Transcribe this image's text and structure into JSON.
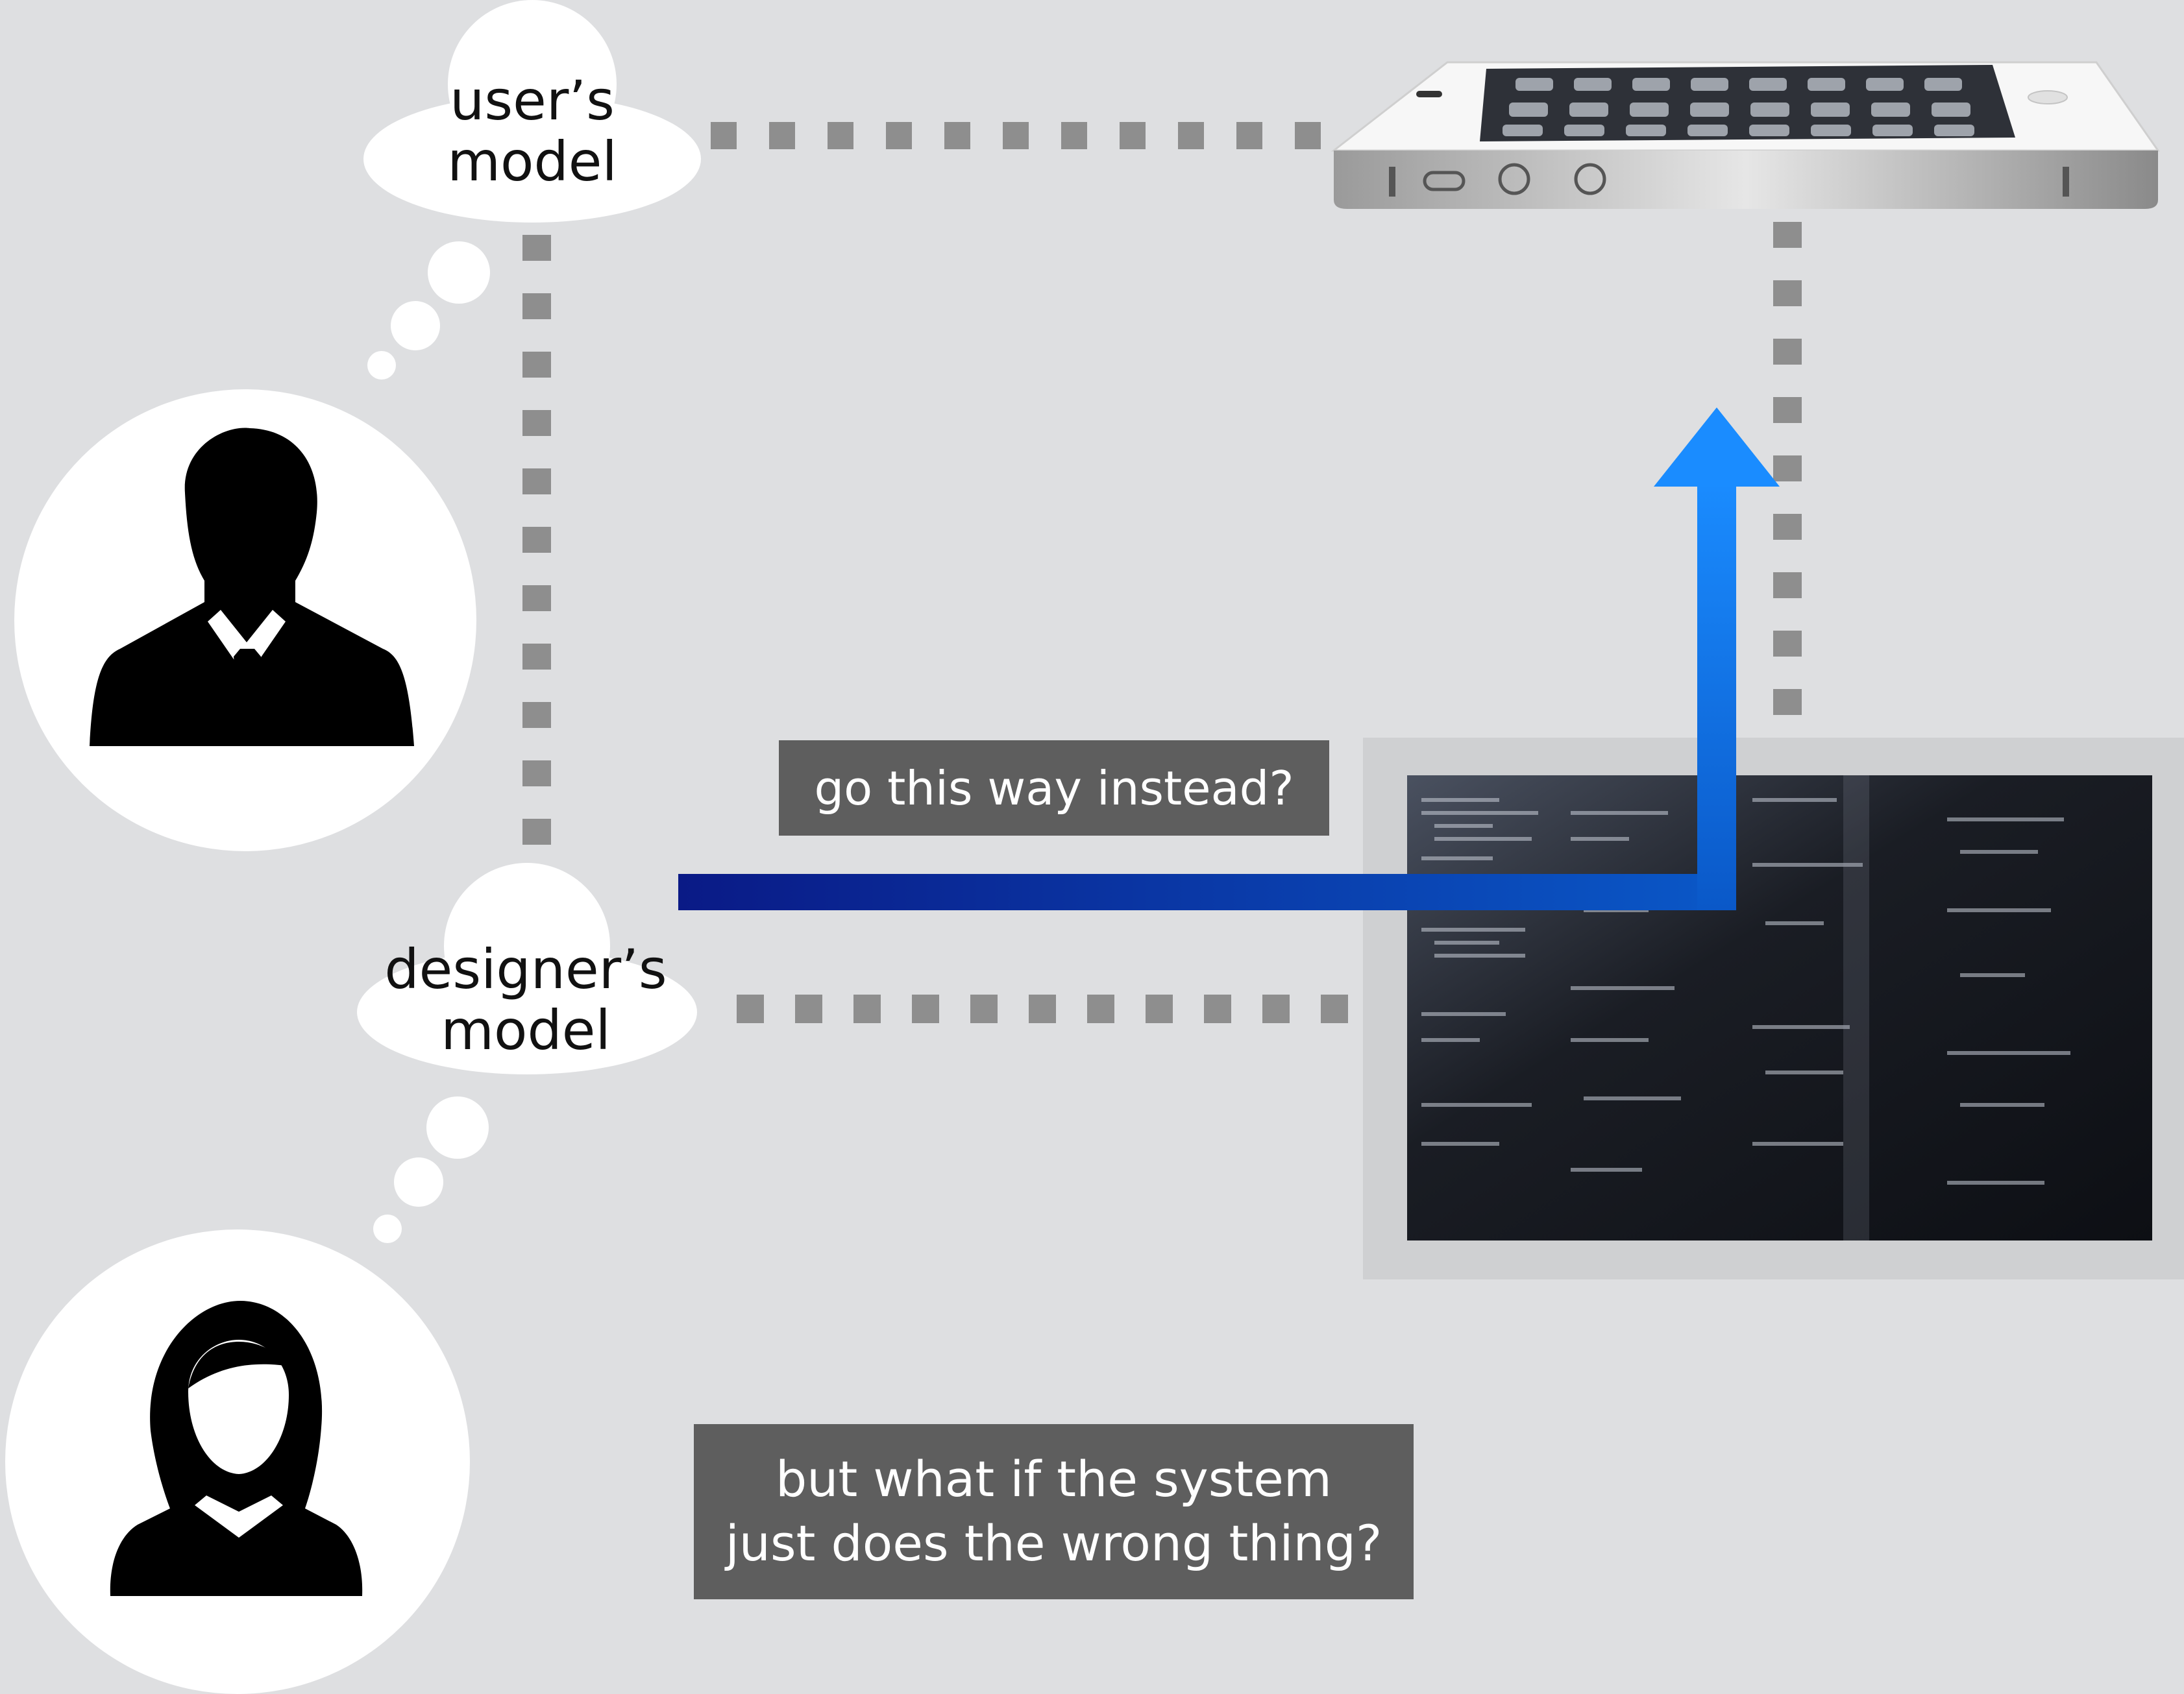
{
  "clouds": {
    "user_model": {
      "line1": "user’s",
      "line2": "model"
    },
    "designer_model": {
      "line1": "designer’s",
      "line2": "model"
    }
  },
  "captions": {
    "go_this_way": "go this way instead?",
    "wrong_thing": {
      "line1": "but what if the system",
      "line2": "just does the wrong thing?"
    }
  },
  "icons": {
    "male_user": "person-silhouette-icon",
    "female_designer": "person-silhouette-icon",
    "phone": "smartphone-icon",
    "code_screen": "source-code-screen"
  },
  "colors": {
    "background": "#dedfe1",
    "dotted_line": "#8e8e8e",
    "arrow_start": "#0a1e8c",
    "arrow_end": "#1a8cff",
    "caption_bg": "#5e5e5e"
  }
}
